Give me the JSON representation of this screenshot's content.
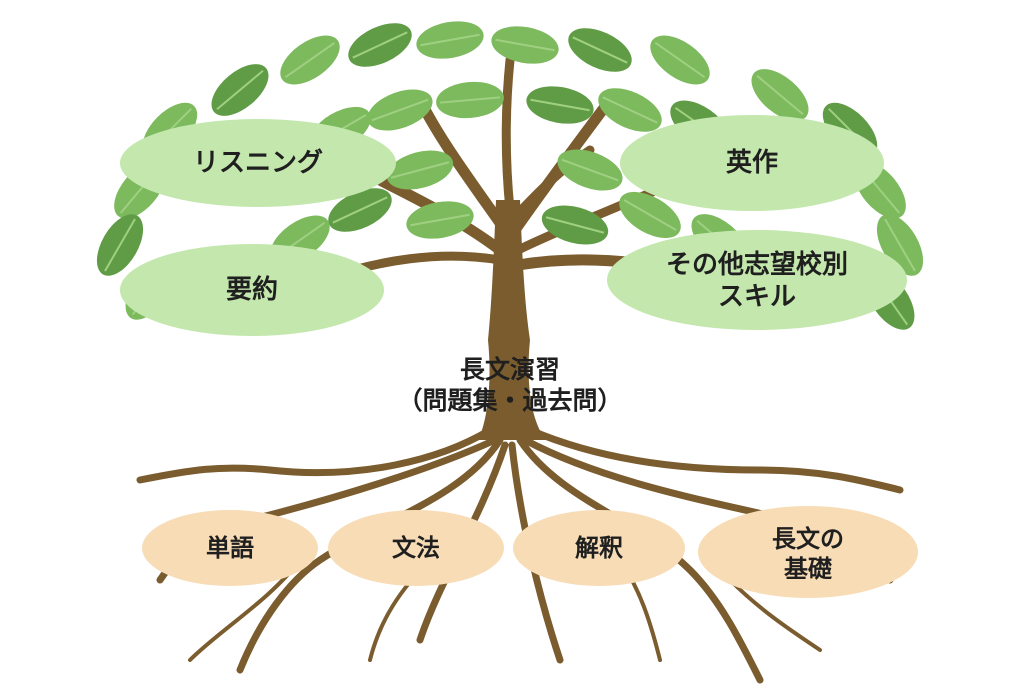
{
  "colors": {
    "leaf": "#7cba5d",
    "leaf_dark": "#5f9c45",
    "leaf_vein": "#9fd081",
    "branch_bubble": "#c3e7ad",
    "root_bubble": "#f7dcb6",
    "bark": "#7a5c2e",
    "text": "#1f1f1f"
  },
  "branches": [
    {
      "label": "リスニング"
    },
    {
      "label": "英作"
    },
    {
      "label": "要約"
    },
    {
      "label_lines": [
        "その他志望校別",
        "スキル"
      ]
    }
  ],
  "trunk": {
    "lines": [
      "長文演習",
      "（問題集・過去問）"
    ]
  },
  "roots": [
    {
      "label": "単語"
    },
    {
      "label": "文法"
    },
    {
      "label": "解釈"
    },
    {
      "label_lines": [
        "長文の",
        "基礎"
      ]
    }
  ]
}
